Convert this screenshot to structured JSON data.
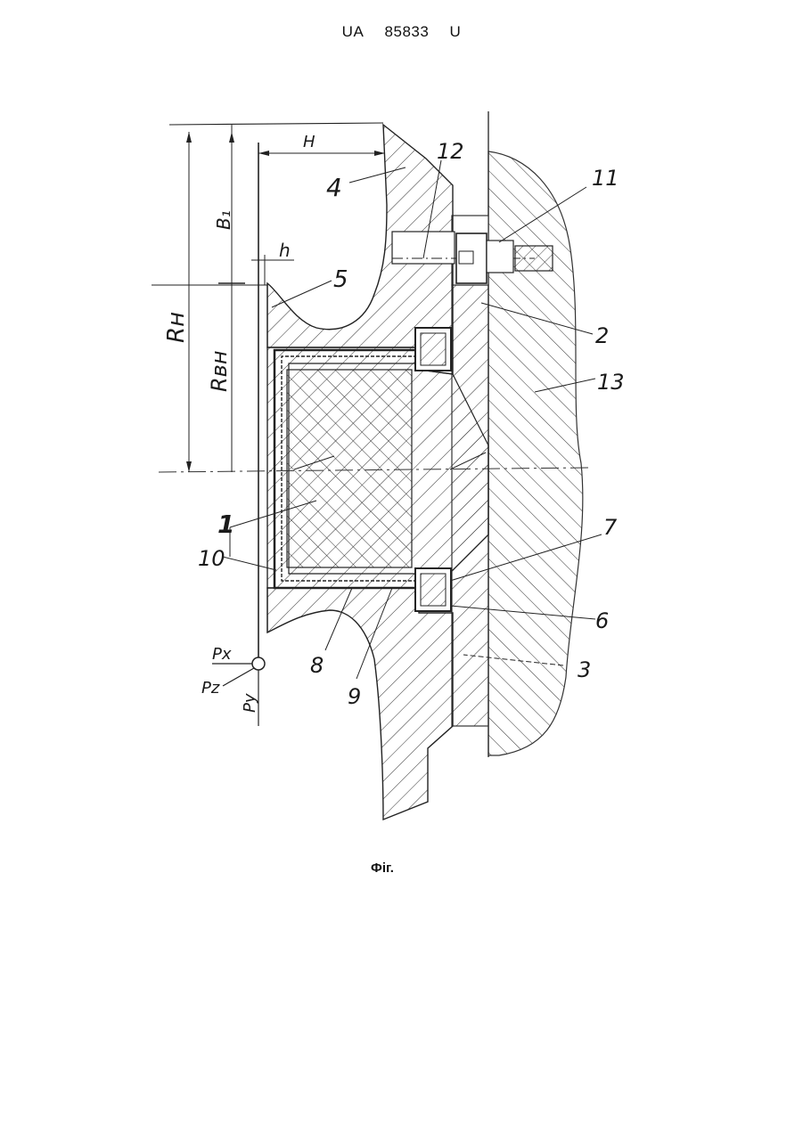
{
  "header": {
    "country": "UA",
    "number": "85833",
    "kind": "U"
  },
  "figure": {
    "caption": "Фіг.",
    "part_labels": [
      "12",
      "11",
      "4",
      "2",
      "5",
      "13",
      "1",
      "7",
      "10",
      "6",
      "8",
      "3",
      "9"
    ],
    "dimension_labels": [
      "H",
      "B₁",
      "h",
      "Rн",
      "Rвн"
    ],
    "force_labels": [
      "Px",
      "Pz",
      "Py"
    ]
  }
}
